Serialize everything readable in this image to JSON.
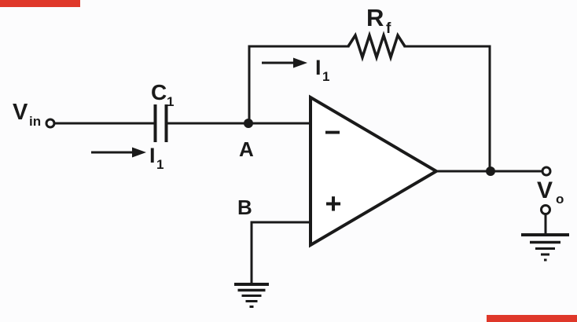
{
  "colors": {
    "background": "#fcfcfd",
    "ink": "#1a1a1a",
    "accent_red": "#df382a"
  },
  "schematic": {
    "kind": "op-amp circuit with input capacitor and feedback resistor",
    "nodes": [
      "A",
      "B"
    ],
    "components": [
      {
        "id": "C1",
        "kind": "capacitor",
        "position": "input branch"
      },
      {
        "id": "Rf",
        "kind": "resistor",
        "position": "feedback branch"
      },
      {
        "id": "op-amp",
        "kind": "operational amplifier",
        "inverting_marked": "−",
        "noninverting_marked": "+"
      },
      {
        "id": "ground-b",
        "kind": "earth ground",
        "position": "below node B"
      },
      {
        "id": "ground-out",
        "kind": "earth ground",
        "position": "below output terminal"
      }
    ]
  },
  "labels": {
    "v_in": {
      "main": "V",
      "sub": "in"
    },
    "c_1": {
      "main": "C",
      "sub": "1"
    },
    "i_1_input": {
      "main": "I",
      "sub": "1"
    },
    "node_a": "A",
    "r_f": {
      "main": "R",
      "sub": "f"
    },
    "i_1_feedback": {
      "main": "I",
      "sub": "1"
    },
    "node_b": "B",
    "v_o": {
      "main": "V",
      "sub": "o"
    },
    "opamp": {
      "inverting_sign": "−",
      "noninverting_sign": "+"
    }
  }
}
